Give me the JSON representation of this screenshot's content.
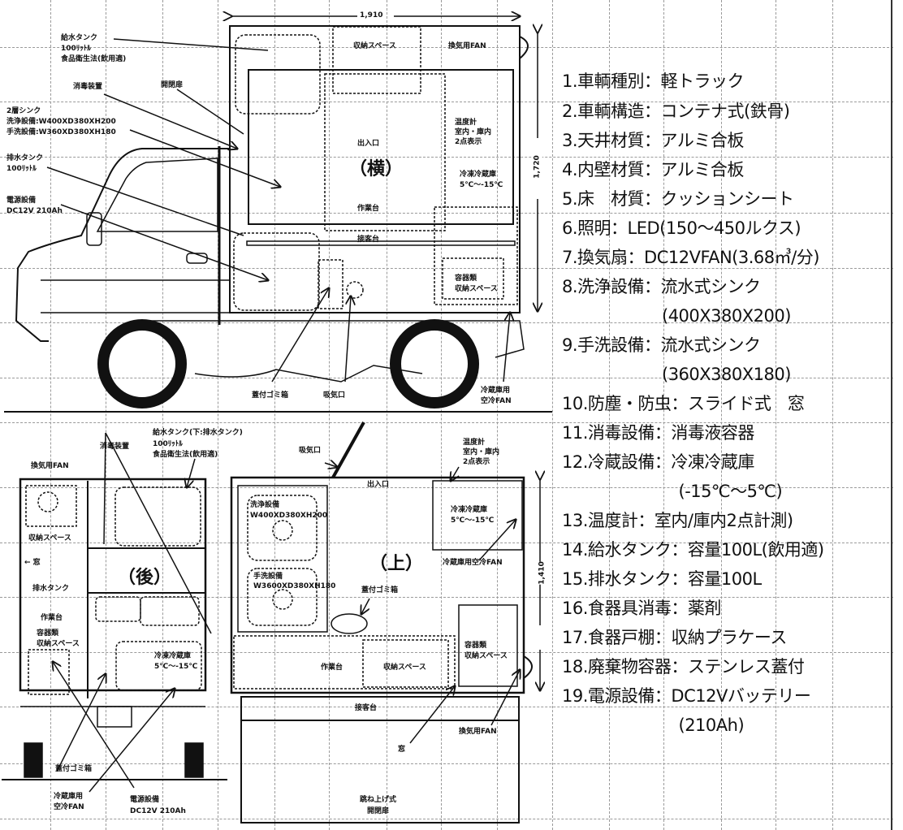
{
  "side_view": {
    "view_label": "（横）",
    "dim_width": "1,910",
    "dim_height": "1,720",
    "labels": {
      "water_tank": [
        "給水タンク",
        "100ﾘｯﾄﾙ",
        "食品衛生法(飲用適)"
      ],
      "disinfection": "消毒装置",
      "door": "開閉扉",
      "sink": [
        "2層シンク",
        "洗浄設備:W400XD380XH200",
        "手洗設備:W360XD380XH180"
      ],
      "drain_tank": [
        "排水タンク",
        "100ﾘｯﾄﾙ"
      ],
      "power": [
        "電源設備",
        "DC12V  210Ah"
      ],
      "storage_top": "収納スペース",
      "vent_fan": "換気用FAN",
      "entrance": "出入口",
      "thermometer": [
        "温度計",
        "室内・庫内",
        "2点表示"
      ],
      "freezer": [
        "冷凍冷蔵庫",
        "5℃〜-15℃"
      ],
      "worktable": "作業台",
      "counter": "接客台",
      "dish_storage": [
        "容器類",
        "収納スペース"
      ],
      "trash": "蓋付ゴミ箱",
      "intake": "吸気口",
      "fridge_fan": [
        "冷蔵庫用",
        "空冷FAN"
      ]
    }
  },
  "rear_view": {
    "view_label": "（後）",
    "labels": {
      "vent_fan": "換気用FAN",
      "disinfection": "消毒装置",
      "water_tank": [
        "給水タンク(下:排水タンク)",
        "100ﾘｯﾄﾙ",
        "食品衛生法(飲用適)"
      ],
      "storage": "収納スペース",
      "window": "← 窓",
      "drain_tank": "排水タンク",
      "worktable": "作業台",
      "dish_storage": [
        "容器類",
        "収納スペース"
      ],
      "freezer": [
        "冷凍冷蔵庫",
        "5℃〜-15℃"
      ],
      "trash": "蓋付ゴミ箱",
      "fridge_fan": [
        "冷蔵庫用",
        "空冷FAN"
      ],
      "power": [
        "電源設備",
        "DC12V  210Ah"
      ]
    }
  },
  "top_view": {
    "view_label": "（上）",
    "dim_depth": "1,410",
    "labels": {
      "intake": "吸気口",
      "thermometer": [
        "温度計",
        "室内・庫内",
        "2点表示"
      ],
      "entrance": "出入口",
      "wash_sink": [
        "洗浄設備",
        "W400XD380XH200"
      ],
      "freezer": [
        "冷凍冷蔵庫",
        "5℃〜-15℃"
      ],
      "fridge_fan": "冷蔵庫用空冷FAN",
      "hand_sink": [
        "手洗設備",
        "W3600XD380XH180"
      ],
      "trash": "蓋付ゴミ箱",
      "dish_storage": [
        "容器類",
        "収納スペース"
      ],
      "worktable": "作業台",
      "storage": "収納スペース",
      "counter": "接客台",
      "vent_fan": "換気用FAN",
      "window": "窓",
      "flip_door": [
        "跳ね上げ式",
        "開閉扉"
      ]
    }
  },
  "specs": [
    "1.車輌種別：軽トラック",
    "2.車輌構造：コンテナ式(鉄骨)",
    "3.天井材質：アルミ合板",
    "4.内壁材質：アルミ合板",
    "5.床　材質：クッションシート",
    "6.照明：LED(150〜450ルクス)",
    "7.換気扇：DC12VFAN(3.68㎥/分)",
    "8.洗浄設備：流水式シンク",
    "　　　　　　(400X380X200)",
    "9.手洗設備：流水式シンク",
    "　　　　　　(360X380X180)",
    "10.防塵・防虫：スライド式　窓",
    "11.消毒設備：消毒液容器",
    "12.冷蔵設備：冷凍冷蔵庫",
    "　　　　　　　(-15℃〜5℃)",
    "13.温度計：室内/庫内2点計測)",
    "14.給水タンク：容量100L(飲用適)",
    "15.排水タンク：容量100L",
    "16.食器具消毒：薬剤",
    "17.食器戸棚：収納プラケース",
    "18.廃棄物容器：ステンレス蓋付",
    "19.電源設備：DC12Vバッテリー",
    "　　　　　　　(210Ah)"
  ]
}
